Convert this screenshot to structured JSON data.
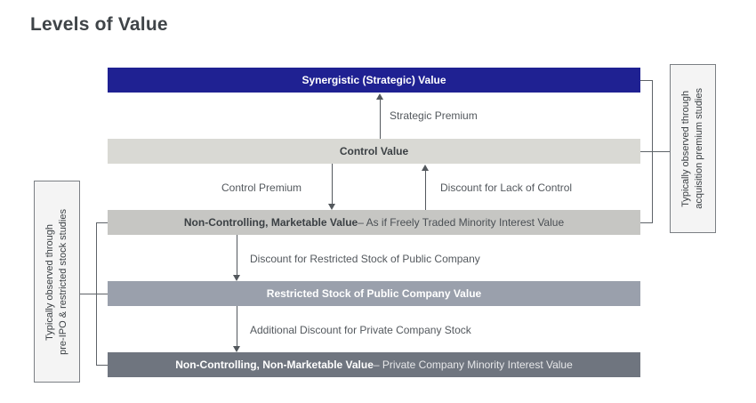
{
  "title": "Levels of Value",
  "levels": [
    {
      "id": "synergistic",
      "label_strong": "Synergistic (Strategic) Value",
      "label_light": "",
      "color": "#1f2192"
    },
    {
      "id": "control",
      "label_strong": "Control Value",
      "label_light": "",
      "color": "#d9d9d4"
    },
    {
      "id": "noncontrolling-marketable",
      "label_strong": "Non-Controlling, Marketable Value",
      "label_light": " – As if Freely Traded Minority Interest Value",
      "color": "#c6c6c3"
    },
    {
      "id": "restricted-stock",
      "label_strong": "Restricted Stock of Public Company Value",
      "label_light": "",
      "color": "#9aa0ac"
    },
    {
      "id": "noncontrolling-nonmarketable",
      "label_strong": "Non-Controlling, Non-Marketable Value",
      "label_light": " – Private Company Minority Interest Value",
      "color": "#6f757f"
    }
  ],
  "connectors": [
    {
      "id": "strategic-premium",
      "label": "Strategic Premium",
      "direction": "up"
    },
    {
      "id": "control-premium",
      "label": "Control Premium",
      "direction": "down"
    },
    {
      "id": "discount-lack-of-control",
      "label": "Discount for Lack of Control",
      "direction": "up"
    },
    {
      "id": "discount-restricted-stock",
      "label": "Discount for Restricted Stock of Public Company",
      "direction": "down"
    },
    {
      "id": "additional-discount-private-stock",
      "label": "Additional Discount for Private Company Stock",
      "direction": "down"
    }
  ],
  "side_notes": {
    "left": "Typically observed through\npre-IPO & restricted stock studies",
    "right": "Typically observed through\nacquisition premium studies"
  },
  "colors": {
    "accent_blue": "#1f2192",
    "light_gray": "#d9d9d4",
    "mid_gray": "#c6c6c3",
    "slate_gray": "#9aa0ac",
    "dark_slate": "#6f757f",
    "line": "#53585d",
    "text": "#3b4044"
  }
}
